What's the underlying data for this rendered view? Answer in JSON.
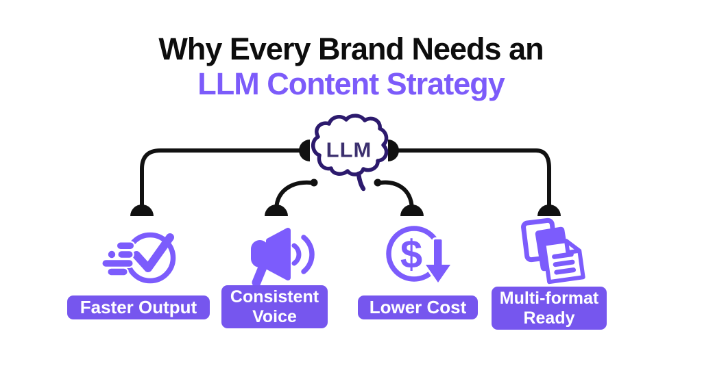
{
  "title": {
    "line1": "Why Every Brand Needs an",
    "line2": "LLM Content Strategy"
  },
  "center": {
    "label": "LLM",
    "icon": "brain-icon"
  },
  "benefits": [
    {
      "label": "Faster Output",
      "icon": "speed-checkmark-icon"
    },
    {
      "label": "Consistent Voice",
      "icon": "megaphone-icon"
    },
    {
      "label": "Lower Cost",
      "icon": "dollar-decrease-icon"
    },
    {
      "label": "Multi-format Ready",
      "icon": "documents-stack-icon"
    }
  ],
  "colors": {
    "accent_purple": "#7c5bfa",
    "icon_purple": "#7c5cfc",
    "label_background": "#7656ee",
    "connector_black": "#111111",
    "brain_outline": "#2c1a6d",
    "brain_text": "#3b2f6e",
    "title_black": "#0d0d0d",
    "background": "#ffffff"
  }
}
